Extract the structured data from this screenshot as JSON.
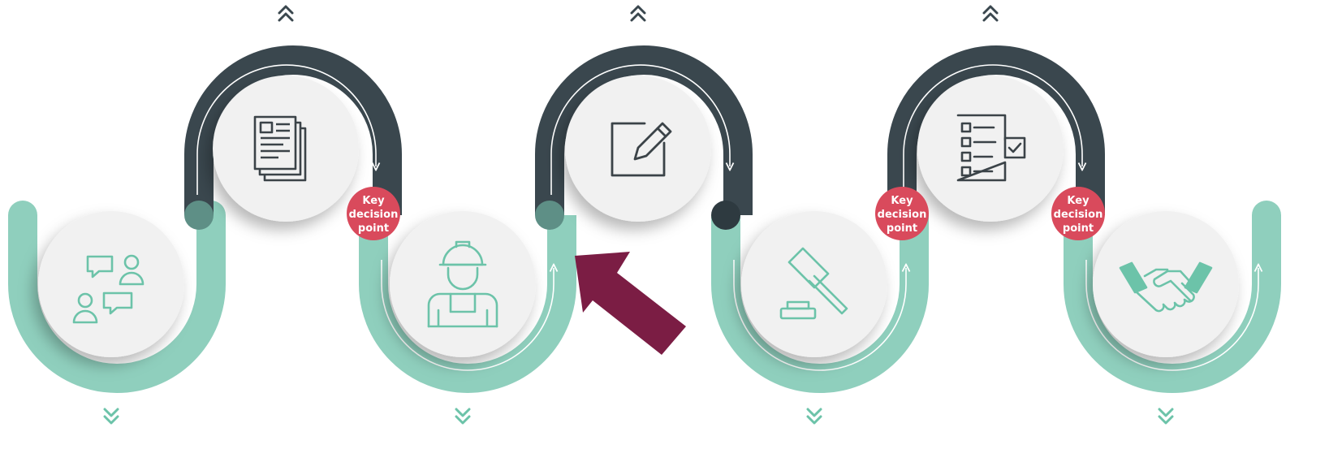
{
  "colors": {
    "teal": "#8fcfbd",
    "teal_icon": "#6cc3a9",
    "dark": "#3a474e",
    "icon_dark": "#3b4348",
    "disc": "#f1f1f1",
    "badge": "#d94a5c",
    "pointer": "#7b1d44",
    "white": "#ffffff"
  },
  "steps": [
    {
      "icon": "people-chat-icon",
      "tone": "teal"
    },
    {
      "icon": "documents-icon",
      "tone": "dark"
    },
    {
      "icon": "construction-worker-icon",
      "tone": "teal"
    },
    {
      "icon": "edit-document-icon",
      "tone": "dark"
    },
    {
      "icon": "gavel-icon",
      "tone": "teal"
    },
    {
      "icon": "checklist-icon",
      "tone": "dark"
    },
    {
      "icon": "handshake-icon",
      "tone": "teal"
    }
  ],
  "decision_badges": [
    {
      "lines": [
        "Key",
        "decision",
        "point"
      ]
    },
    {
      "lines": [
        "Key",
        "decision",
        "point"
      ]
    },
    {
      "lines": [
        "Key",
        "decision",
        "point"
      ]
    }
  ],
  "chevrons": {
    "up": [
      "chevron-up-icon",
      "chevron-up-icon",
      "chevron-up-icon"
    ],
    "down": [
      "chevron-down-icon",
      "chevron-down-icon",
      "chevron-down-icon",
      "chevron-down-icon"
    ]
  },
  "highlight": {
    "icon": "arrow-pointer-icon",
    "points_to_step": 3
  }
}
